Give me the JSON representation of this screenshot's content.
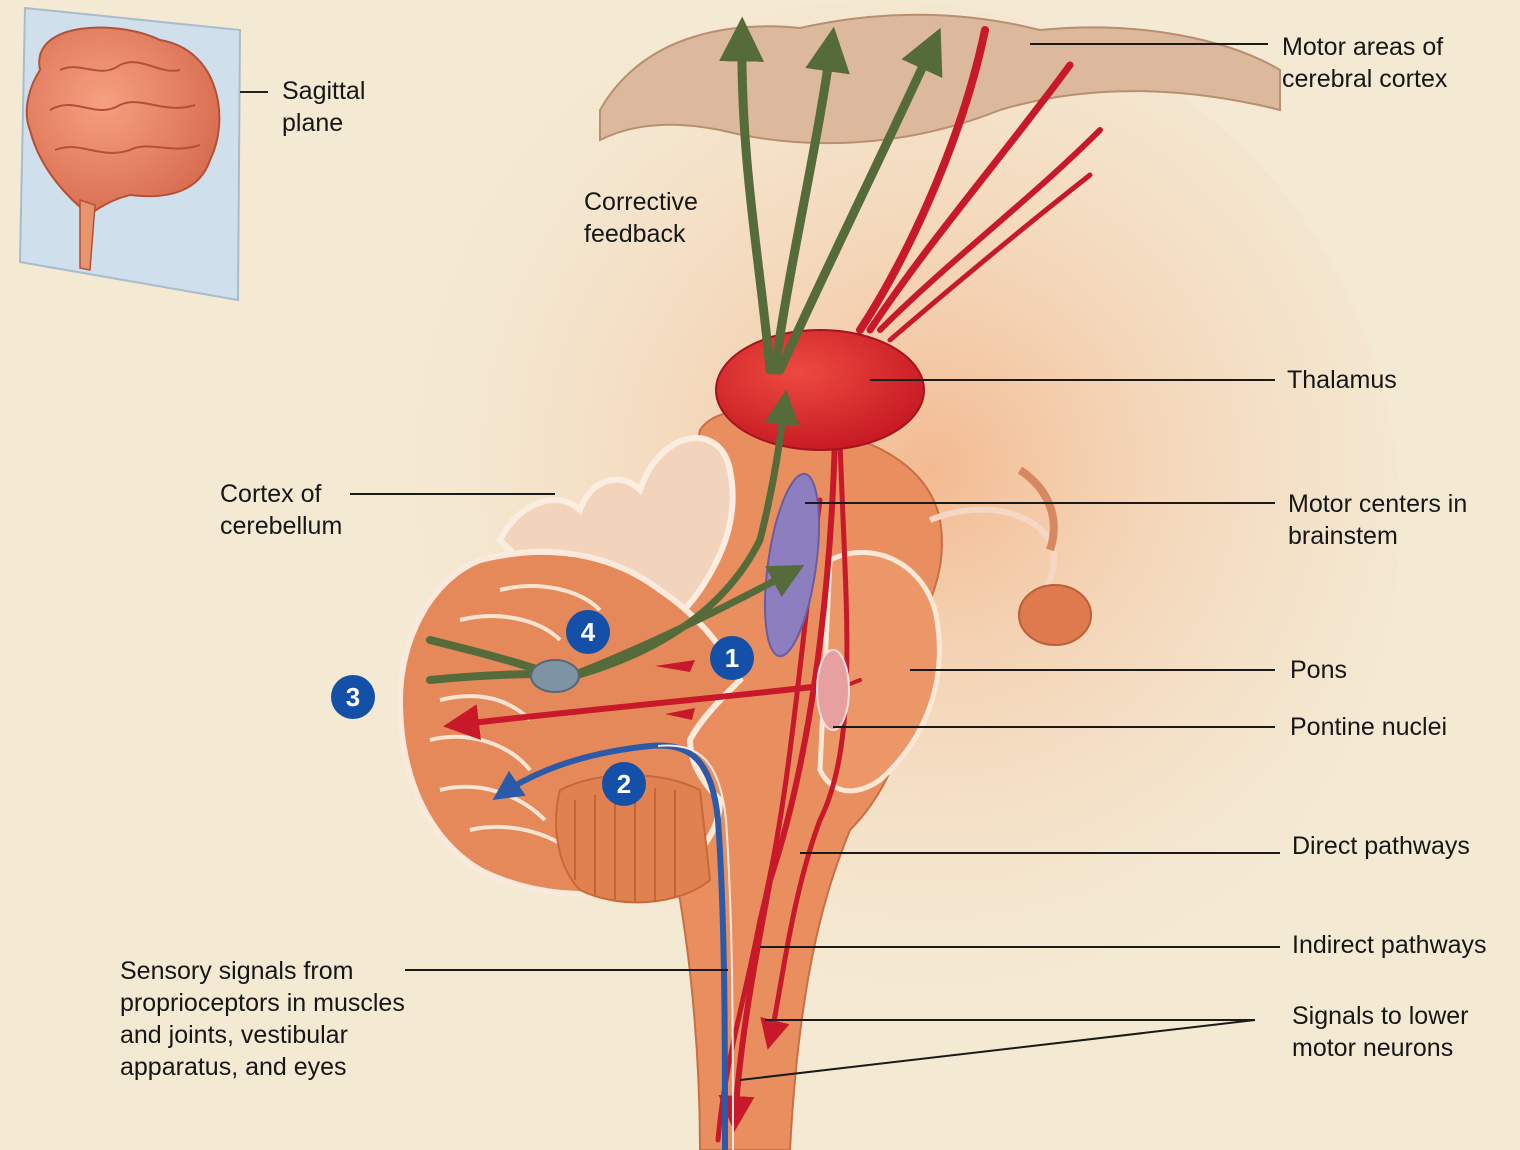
{
  "labels": {
    "sagittal_plane": "Sagittal\nplane",
    "corrective_feedback": "Corrective\nfeedback",
    "motor_areas": "Motor areas of\ncerebral cortex",
    "thalamus": "Thalamus",
    "cortex_cerebellum": "Cortex of\ncerebellum",
    "motor_centers": "Motor centers in\nbrainstem",
    "pons": "Pons",
    "pontine_nuclei": "Pontine nuclei",
    "direct_pathways": "Direct pathways",
    "indirect_pathways": "Indirect pathways",
    "signals_lower": "Signals to lower\nmotor neurons",
    "sensory_signals": "Sensory signals from\nproprioceptors in muscles\nand joints, vestibular\napparatus, and eyes"
  },
  "steps": [
    "1",
    "2",
    "3",
    "4"
  ],
  "colors": {
    "background": "#f4ead4",
    "motor_pathway": "#c8192a",
    "feedback_pathway": "#566b3a",
    "sensory_pathway": "#2a5aa8",
    "step_badge": "#1450a8",
    "tissue": "#e89a6a"
  }
}
